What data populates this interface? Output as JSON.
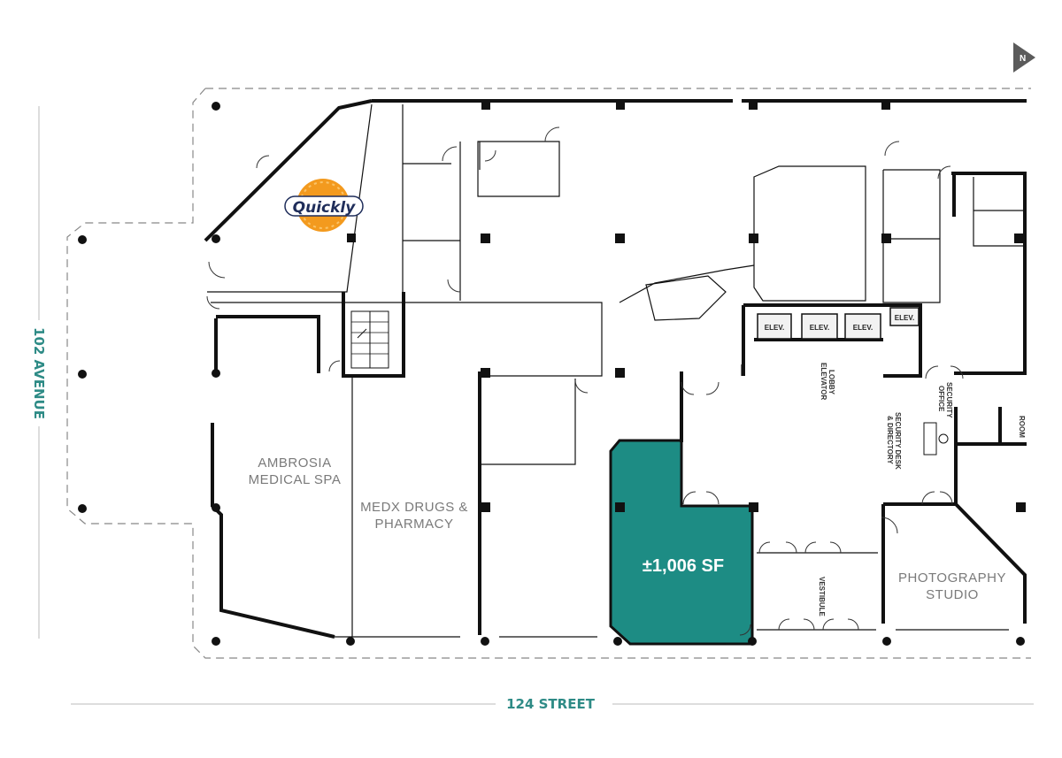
{
  "streets": {
    "south": "124 STREET",
    "west": "102 AVENUE"
  },
  "compass": {
    "label": "N"
  },
  "logo": {
    "text": "Quickly"
  },
  "tenants": {
    "ambrosia_line1": "AMBROSIA",
    "ambrosia_line2": "MEDICAL SPA",
    "medx_line1": "MEDX DRUGS &",
    "medx_line2": "PHARMACY",
    "photo_line1": "PHOTOGRAPHY",
    "photo_line2": "STUDIO"
  },
  "available_unit": {
    "area": "±1,006 SF",
    "color": "#1d8c84"
  },
  "labels": {
    "elevator": "ELEV.",
    "elevator_lobby_line1": "ELEVATOR",
    "elevator_lobby_line2": "LOBBY",
    "security_office_line1": "SECURITY",
    "security_office_line2": "OFFICE",
    "security_desk_line1": "SECURITY DESK",
    "security_desk_line2": "& DIRECTORY",
    "vestibule": "VESTIBULE",
    "room": "ROOM"
  },
  "colors": {
    "accent": "#2e8b86",
    "logo_orange": "#f39a1e",
    "logo_navy": "#1f2d5a"
  }
}
